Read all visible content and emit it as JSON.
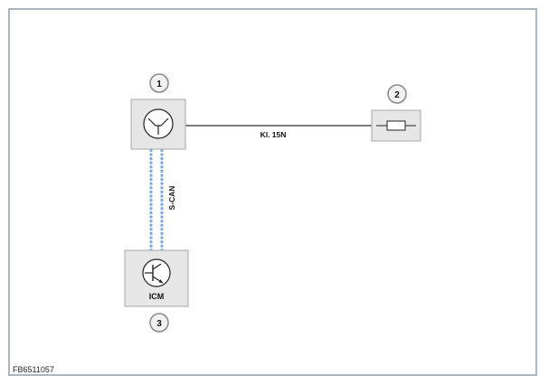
{
  "components": [
    {
      "number": "1"
    },
    {
      "number": "2"
    },
    {
      "number": "3",
      "label": "ICM"
    }
  ],
  "connections": {
    "power_line_label": "Kl. 15N",
    "bus_label": "S-CAN"
  },
  "document_id": "FB6511057",
  "colors": {
    "frame_border": "#aab6c0",
    "component_fill": "#e6e6e6",
    "component_border": "#a8a8a8",
    "bus_dots": "#7aaee8",
    "badge_fill": "#f1f1f1",
    "badge_border": "#888888"
  },
  "icons": {
    "component_1": "ignition-switch-symbol",
    "component_2": "fuse-symbol",
    "component_3": "transistor-symbol"
  }
}
